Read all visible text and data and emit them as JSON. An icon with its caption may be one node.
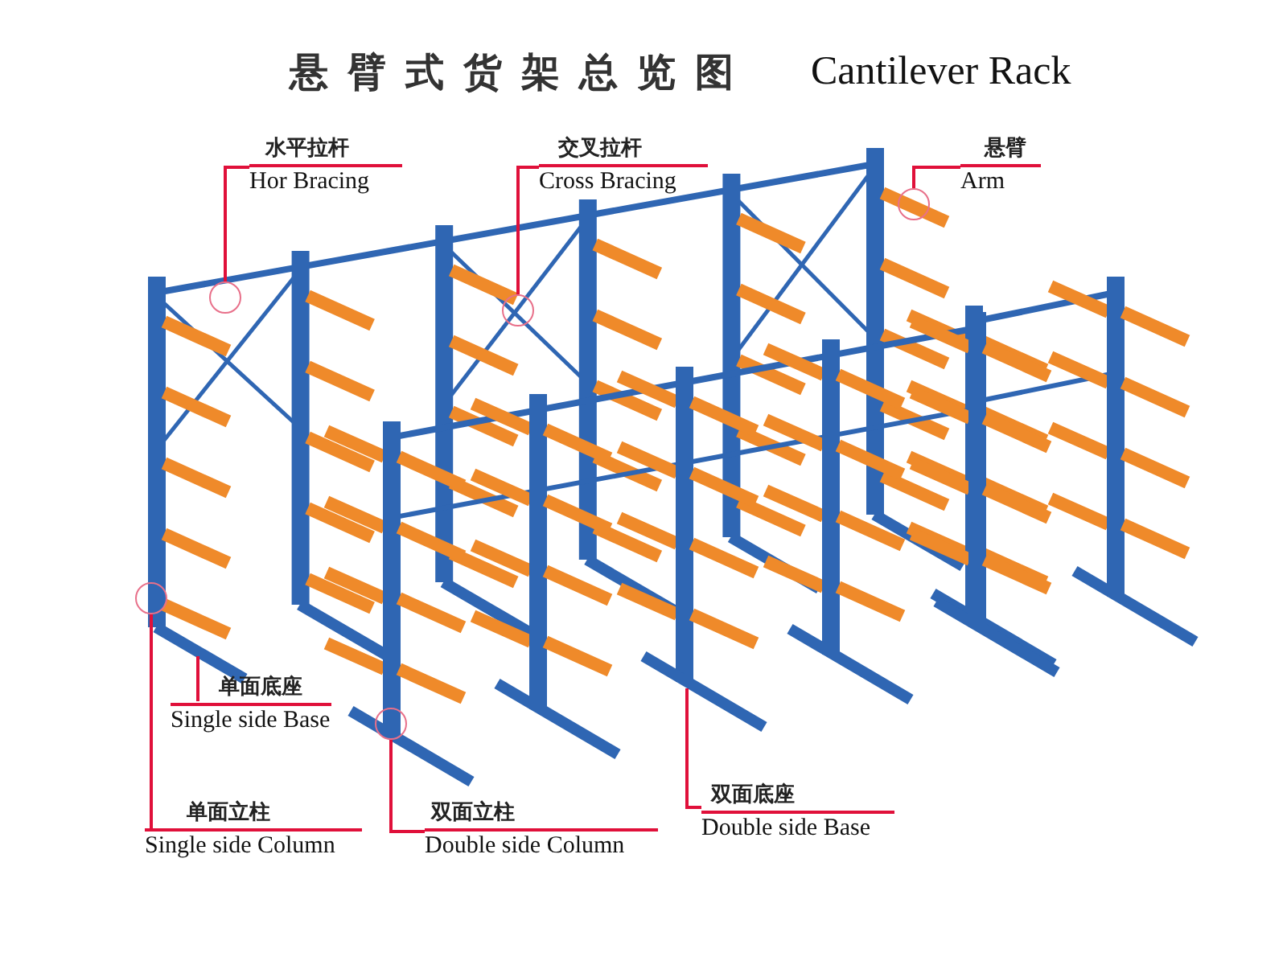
{
  "diagram": {
    "title": "悬臂式货架总览图",
    "nodes": [
      {
        "text": [
          "水平拉杆",
          "Hor Bracing"
        ]
      },
      {
        "text": [],
        "shape": "circle"
      },
      {
        "text": [
          "交叉拉杆",
          "Cross Bracing"
        ]
      },
      {
        "text": [],
        "shape": "circle"
      },
      {
        "text": [
          "悬臂",
          "Arm"
        ]
      },
      {
        "text": [],
        "shape": "circle"
      },
      {
        "text": [
          "单面底座",
          "Single side Base"
        ]
      },
      {
        "text": [
          "单面立柱",
          "Single side Column"
        ]
      },
      {
        "text": [],
        "shape": "circle"
      },
      {
        "text": [
          "双面立柱",
          "Double side Column"
        ]
      },
      {
        "text": [],
        "shape": "circle"
      },
      {
        "text": [
          "双面底座",
          "Double side Base"
        ]
      },
      {
        "text": [],
        "shape": "bar"
      },
      {
        "text": [],
        "shape": "bar"
      }
    ],
    "edges": [
      {
        "from": 0,
        "to": 1,
        "arrow": "none"
      },
      {
        "from": 2,
        "to": 3,
        "arrow": "none"
      },
      {
        "from": 4,
        "to": 5,
        "arrow": "none"
      },
      {
        "from": 6,
        "to": 12,
        "arrow": "none"
      },
      {
        "from": 7,
        "to": 8,
        "arrow": "none"
      },
      {
        "from": 9,
        "to": 10,
        "arrow": "none"
      },
      {
        "from": 11,
        "to": 13,
        "arrow": "none"
      }
    ],
    "labels": [
      "Cantilever Rack"
    ]
  }
}
